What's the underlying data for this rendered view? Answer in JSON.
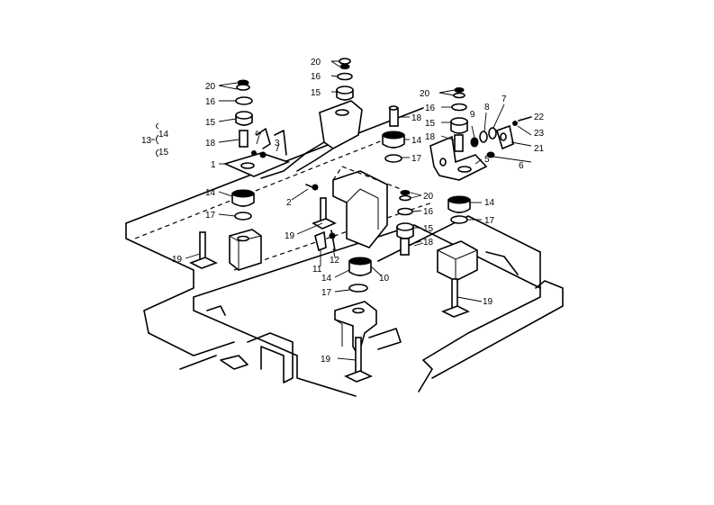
{
  "callouts": [
    {
      "id": "c20a",
      "text": "20"
    },
    {
      "id": "c16a",
      "text": "16"
    },
    {
      "id": "c15a",
      "text": "15"
    },
    {
      "id": "c18a",
      "text": "18"
    },
    {
      "id": "c1",
      "text": "1"
    },
    {
      "id": "c14a",
      "text": "14"
    },
    {
      "id": "c17a",
      "text": "17"
    },
    {
      "id": "c19a",
      "text": "19"
    },
    {
      "id": "c4",
      "text": "4"
    },
    {
      "id": "c3",
      "text": "3"
    },
    {
      "id": "c2",
      "text": "2"
    },
    {
      "id": "c20b",
      "text": "20"
    },
    {
      "id": "c16b",
      "text": "16"
    },
    {
      "id": "c15b",
      "text": "15"
    },
    {
      "id": "c18b",
      "text": "18"
    },
    {
      "id": "c14b",
      "text": "14"
    },
    {
      "id": "c17b",
      "text": "17"
    },
    {
      "id": "c20c",
      "text": "20"
    },
    {
      "id": "c16c",
      "text": "16"
    },
    {
      "id": "c15c",
      "text": "15"
    },
    {
      "id": "c18c",
      "text": "18"
    },
    {
      "id": "c19b",
      "text": "19"
    },
    {
      "id": "c11",
      "text": "11"
    },
    {
      "id": "c12",
      "text": "12"
    },
    {
      "id": "c10",
      "text": "10"
    },
    {
      "id": "c14c",
      "text": "14"
    },
    {
      "id": "c17c",
      "text": "17"
    },
    {
      "id": "c19c",
      "text": "19"
    },
    {
      "id": "c20d",
      "text": "20"
    },
    {
      "id": "c16d",
      "text": "16"
    },
    {
      "id": "c15d",
      "text": "15"
    },
    {
      "id": "c18d",
      "text": "18"
    },
    {
      "id": "c7",
      "text": "7"
    },
    {
      "id": "c8",
      "text": "8"
    },
    {
      "id": "c9",
      "text": "9"
    },
    {
      "id": "c22",
      "text": "22"
    },
    {
      "id": "c23",
      "text": "23"
    },
    {
      "id": "c21",
      "text": "21"
    },
    {
      "id": "c6",
      "text": "6"
    },
    {
      "id": "c5",
      "text": "5"
    },
    {
      "id": "c14d",
      "text": "14"
    },
    {
      "id": "c17d",
      "text": "17"
    },
    {
      "id": "c19d",
      "text": "19"
    },
    {
      "id": "c13",
      "text": "13"
    },
    {
      "id": "c13s14",
      "text": "14"
    },
    {
      "id": "c13s15",
      "text": "15"
    }
  ]
}
